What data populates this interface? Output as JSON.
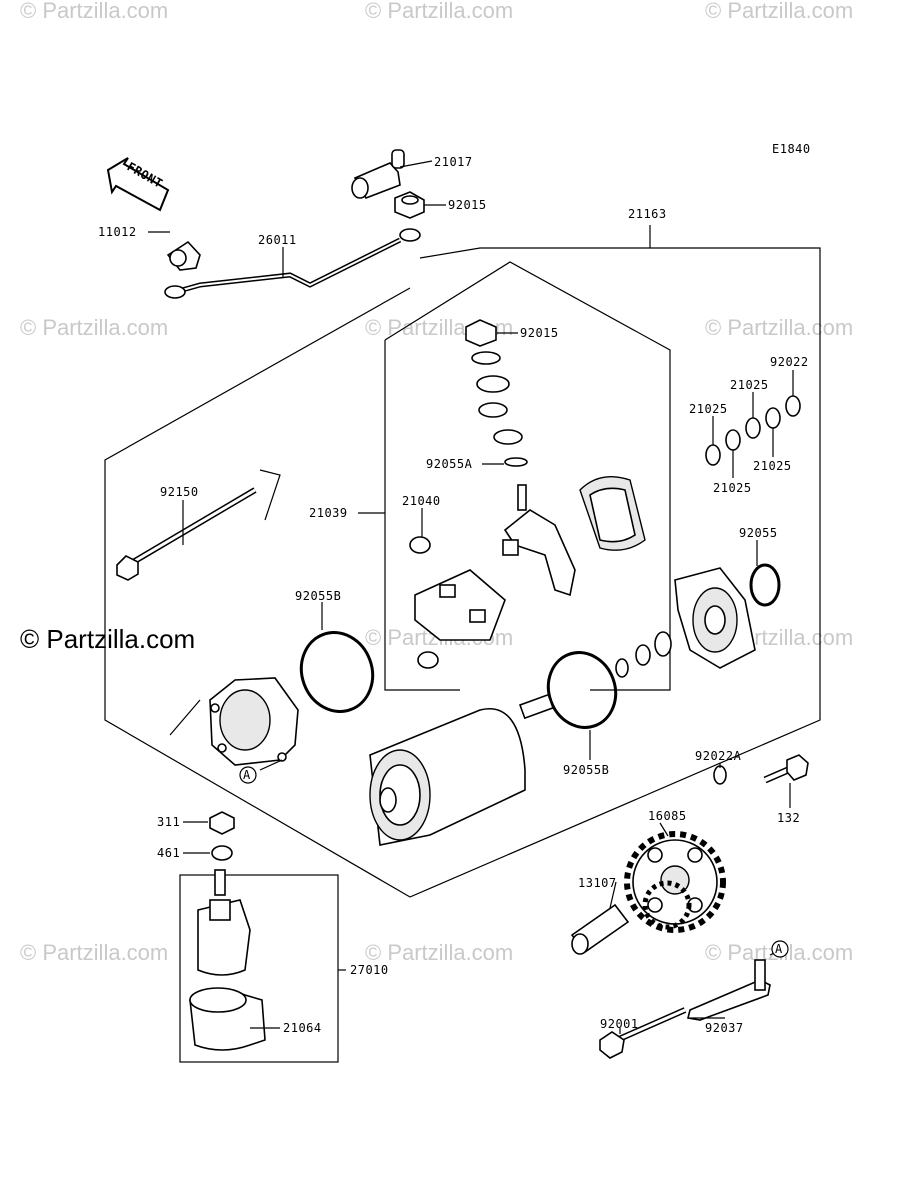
{
  "diagram_code": "E1840",
  "front_label": "FRONT",
  "watermark": "© Partzilla.com",
  "callout_ref": "A",
  "parts": {
    "p21017": "21017",
    "p92015_top": "92015",
    "p21163": "21163",
    "p26011": "26011",
    "p11012": "11012",
    "p92015_mid": "92015",
    "p92022": "92022",
    "p21025_a": "21025",
    "p21025_b": "21025",
    "p21025_c": "21025",
    "p21025_d": "21025",
    "p92055A": "92055A",
    "p92150": "92150",
    "p21040": "21040",
    "p21039": "21039",
    "p92055": "92055",
    "p92055B_left": "92055B",
    "p92055B_right": "92055B",
    "p92022A": "92022A",
    "p132": "132",
    "p16085": "16085",
    "p311": "311",
    "p461": "461",
    "p13107": "13107",
    "p27010": "27010",
    "p92001": "92001",
    "p92037": "92037",
    "p21064": "21064"
  }
}
